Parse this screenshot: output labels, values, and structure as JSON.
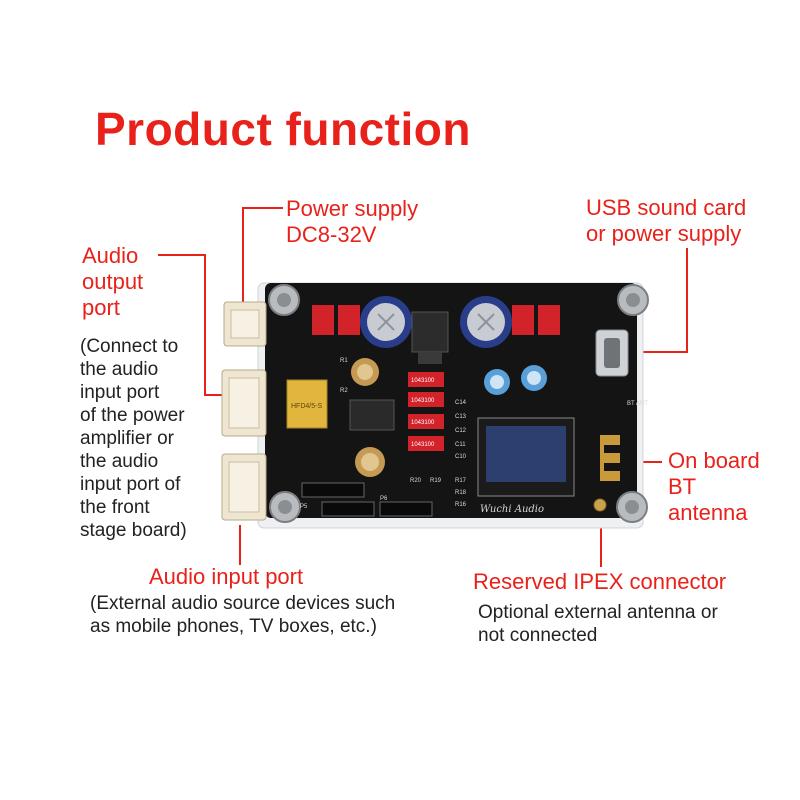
{
  "title": "Product function",
  "colors": {
    "accent": "#e8221b",
    "text": "#222222",
    "pcb": "#141414",
    "acrylic": "#eef0f2"
  },
  "labels": {
    "power_supply": [
      "Power supply",
      "DC8-32V"
    ],
    "usb": [
      "USB sound card",
      "or power supply"
    ],
    "audio_output": [
      "Audio",
      "output",
      "port"
    ],
    "audio_output_note": [
      "(Connect to",
      "the audio",
      "input port",
      "of the power",
      "amplifier or",
      "the audio",
      "input port of",
      "the front",
      "stage board)"
    ],
    "bt_antenna": [
      "On board",
      "BT",
      "antenna"
    ],
    "audio_input": "Audio input port",
    "audio_input_note": [
      "(External audio source devices such",
      "as mobile phones, TV boxes, etc.)"
    ],
    "ipex": "Reserved IPEX connector",
    "ipex_note": [
      "Optional external antenna or",
      "not connected"
    ]
  },
  "board": {
    "resistor_label": "1043100",
    "relay_label": "HFD4/5-S",
    "silk": [
      "P5",
      "P6",
      "R20",
      "R19",
      "R17",
      "R18",
      "R16",
      "C10",
      "C11",
      "C12",
      "C13",
      "C14",
      "R1",
      "R2",
      "BT ANT"
    ],
    "brand": "Wuchi Audio"
  }
}
